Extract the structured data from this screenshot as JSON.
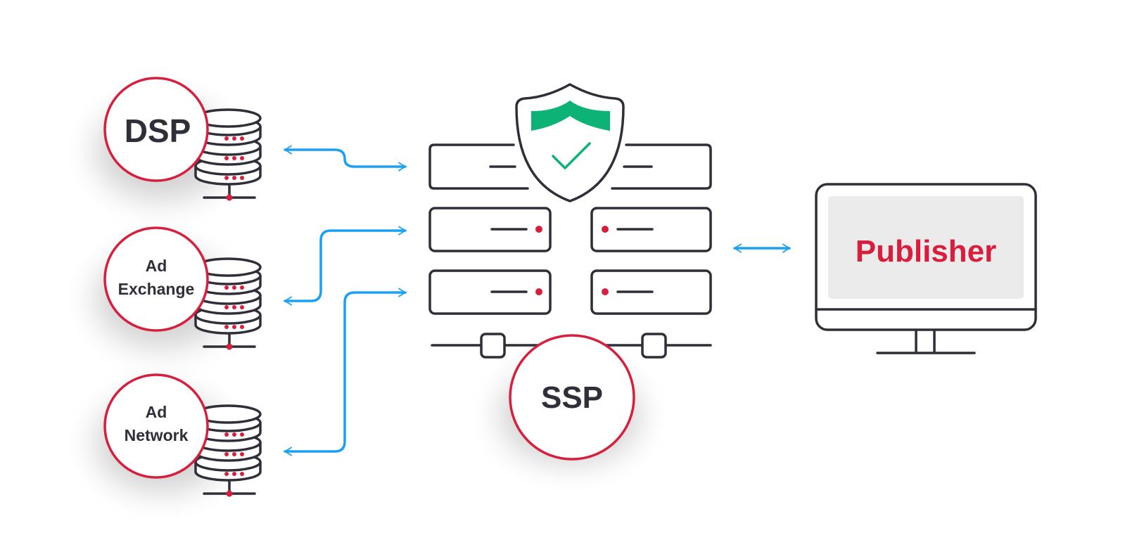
{
  "colors": {
    "accent_red": "#d71f3d",
    "arrow_blue": "#1ca0f2",
    "shield_green": "#0db376",
    "outline_dark": "#2f2f3a",
    "screen_gray": "#ebebeb"
  },
  "icons": [
    "database-icon",
    "server-rack-icon",
    "shield-check-icon",
    "monitor-icon",
    "bidirectional-arrow-icon"
  ],
  "nodes": {
    "dsp": {
      "lines": [
        "DSP"
      ]
    },
    "ad_exchange": {
      "lines": [
        "Ad",
        "Exchange"
      ]
    },
    "ad_network": {
      "lines": [
        "Ad",
        "Network"
      ]
    },
    "ssp": {
      "label": "SSP"
    },
    "publisher": {
      "label": "Publisher"
    }
  }
}
